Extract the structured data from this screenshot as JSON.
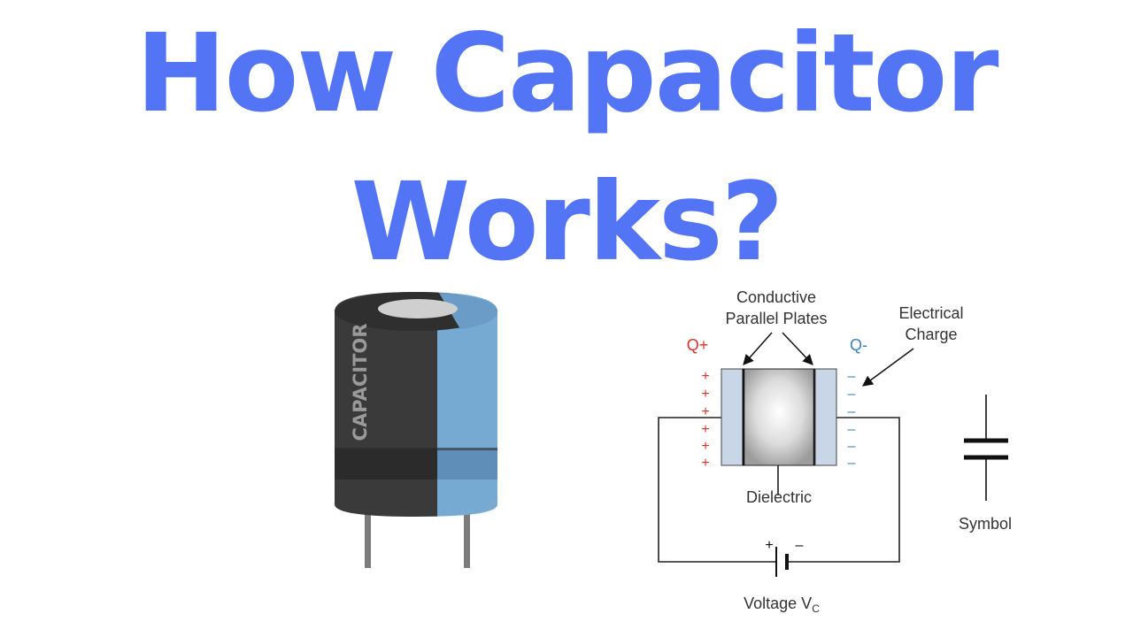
{
  "title": {
    "line1": "How Capacitor",
    "line2": "Works?"
  },
  "component_label": "CAPACITOR",
  "diagram": {
    "conductive_label_1": "Conductive",
    "conductive_label_2": "Parallel Plates",
    "charge_label_1": "Electrical",
    "charge_label_2": "Charge",
    "q_plus": "Q+",
    "q_minus": "Q-",
    "plus_sign": "+",
    "minus_sign": "–",
    "dielectric_label": "Dielectric",
    "voltage_label": "Voltage V",
    "voltage_subscript": "C",
    "battery_plus": "+",
    "battery_minus": "–",
    "symbol_label": "Symbol"
  },
  "colors": {
    "title": "#5274f5",
    "capacitor_dark": "#3a3a3a",
    "capacitor_blue": "#77aad3",
    "positive": "#d9342b",
    "negative": "#3f7fc0",
    "plate": "#c8d6e8"
  }
}
